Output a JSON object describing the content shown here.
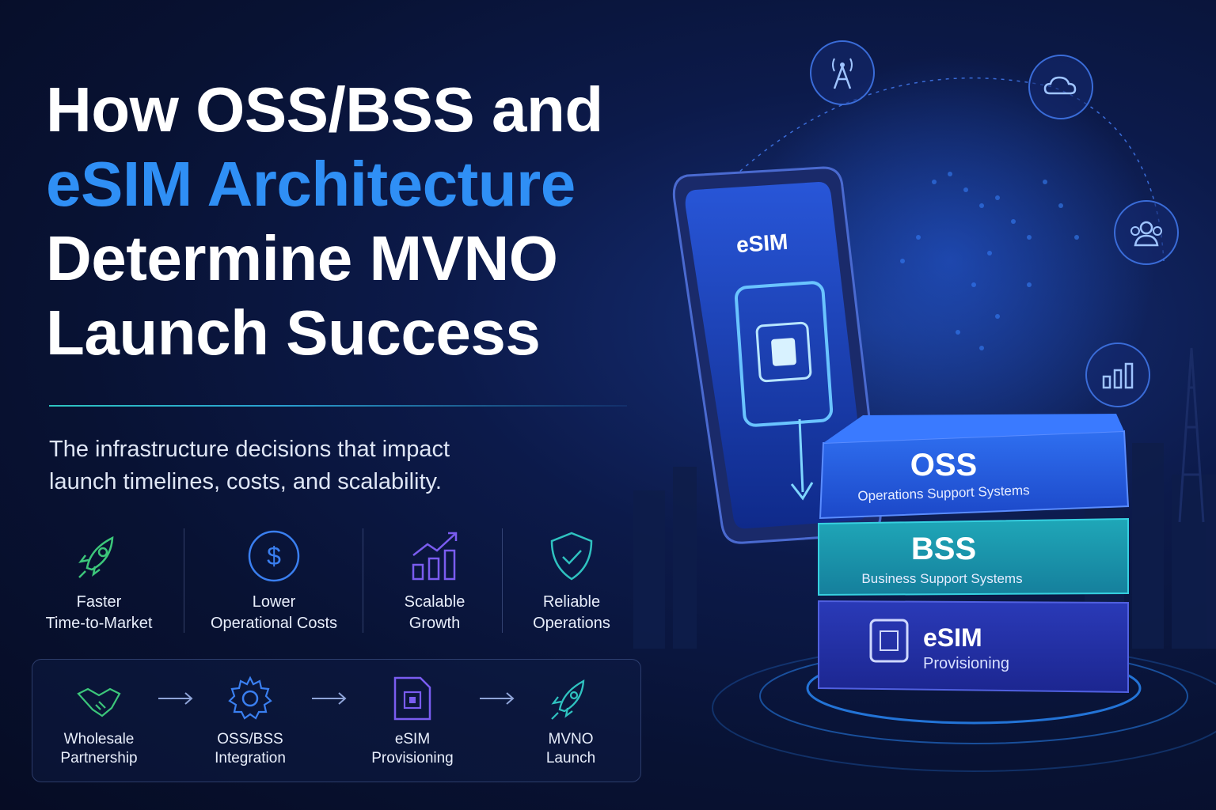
{
  "title": {
    "line1": "How OSS/BSS and",
    "line2": "eSIM Architecture",
    "line3": "Determine MVNO",
    "line4": "Launch Success"
  },
  "subtitle": {
    "line1": "The infrastructure decisions that impact",
    "line2": "launch timelines, costs, and scalability."
  },
  "features": [
    {
      "icon": "rocket-icon",
      "line1": "Faster",
      "line2": "Time-to-Market",
      "color": "#3cc67a"
    },
    {
      "icon": "dollar-icon",
      "line1": "Lower",
      "line2": "Operational Costs",
      "color": "#3a7ff0"
    },
    {
      "icon": "growth-chart-icon",
      "line1": "Scalable",
      "line2": "Growth",
      "color": "#7a5cf0"
    },
    {
      "icon": "shield-check-icon",
      "line1": "Reliable",
      "line2": "Operations",
      "color": "#2fc2c0"
    }
  ],
  "flow": [
    {
      "icon": "handshake-icon",
      "line1": "Wholesale",
      "line2": "Partnership",
      "color": "#3cc67a"
    },
    {
      "icon": "gear-icon",
      "line1": "OSS/BSS",
      "line2": "Integration",
      "color": "#3a7ff0"
    },
    {
      "icon": "sim-card-icon",
      "line1": "eSIM",
      "line2": "Provisioning",
      "color": "#7a5cf0"
    },
    {
      "icon": "rocket-icon",
      "line1": "MVNO",
      "line2": "Launch",
      "color": "#2fc2c0"
    }
  ],
  "phone": {
    "label": "eSIM"
  },
  "stack": {
    "oss": {
      "title": "OSS",
      "subtitle": "Operations Support Systems"
    },
    "bss": {
      "title": "BSS",
      "subtitle": "Business Support Systems"
    },
    "esim": {
      "title": "eSIM",
      "subtitle": "Provisioning"
    }
  },
  "orbit_icons": [
    "antenna-icon",
    "cloud-icon",
    "users-icon",
    "bar-chart-icon"
  ],
  "colors": {
    "accent_blue": "#2f8ff5",
    "teal": "#2ec4c0",
    "background": "#081233"
  }
}
